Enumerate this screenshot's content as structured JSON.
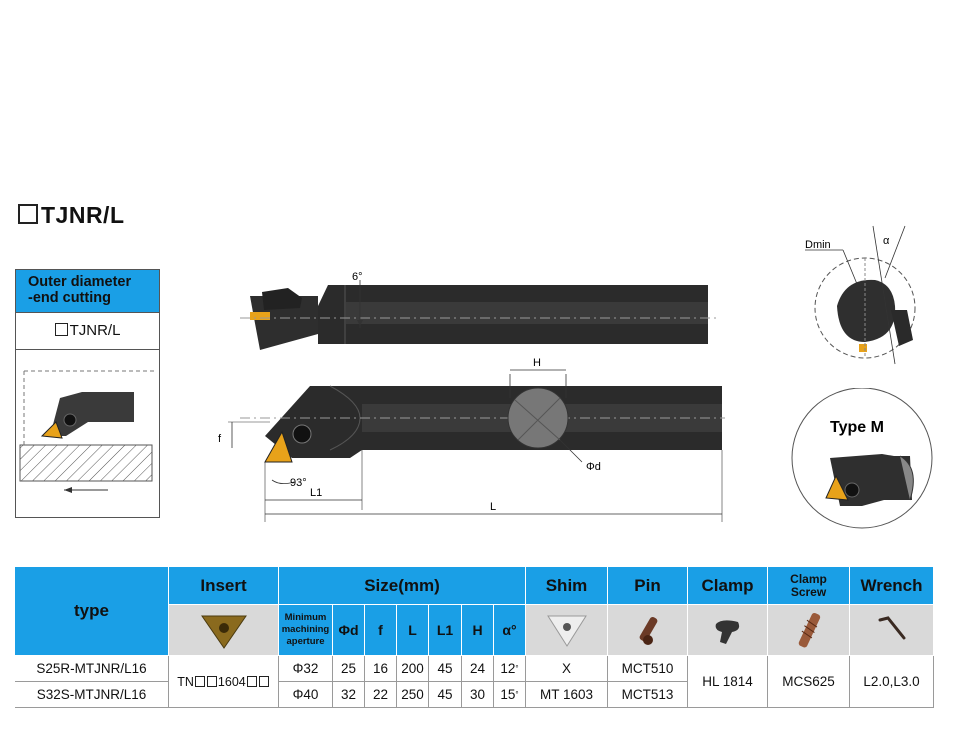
{
  "title": "TJNR/L",
  "side_box": {
    "heading_line1": "Outer diameter",
    "heading_line2": "-end cutting",
    "name": "TJNR/L"
  },
  "drawing": {
    "angle_top": "6°",
    "label_H": "H",
    "label_phi_d": "Φd",
    "label_f": "f",
    "angle_insert": "93°",
    "label_L1": "L1",
    "label_L": "L",
    "label_dmin": "Dmin",
    "label_alpha": "α",
    "type_m": "Type M"
  },
  "table": {
    "headers": {
      "type": "type",
      "insert": "Insert",
      "size": "Size(mm)",
      "shim": "Shim",
      "pin": "Pin",
      "clamp": "Clamp",
      "clamp_screw_1": "Clamp",
      "clamp_screw_2": "Screw",
      "wrench": "Wrench"
    },
    "subheaders": {
      "min_aperture_1": "Minimum",
      "min_aperture_2": "machining",
      "min_aperture_3": "aperture",
      "phi_d": "Φd",
      "f": "f",
      "L": "L",
      "L1": "L1",
      "H": "H",
      "alpha": "α°"
    },
    "insert_code_prefix": "TN",
    "insert_code_mid": "1604",
    "clamp": "HL 1814",
    "clamp_screw": "MCS625",
    "wrench": "L2.0,L3.0",
    "rows": [
      {
        "type": "S25R-MTJNR/L16",
        "aperture": "Φ32",
        "phi_d": "25",
        "f": "16",
        "L": "200",
        "L1": "45",
        "H": "24",
        "alpha": "12",
        "shim": "X",
        "pin": "MCT510"
      },
      {
        "type": "S32S-MTJNR/L16",
        "aperture": "Φ40",
        "phi_d": "32",
        "f": "22",
        "L": "250",
        "L1": "45",
        "H": "30",
        "alpha": "15",
        "shim": "MT 1603",
        "pin": "MCT513"
      }
    ],
    "degree_mark": "°"
  }
}
